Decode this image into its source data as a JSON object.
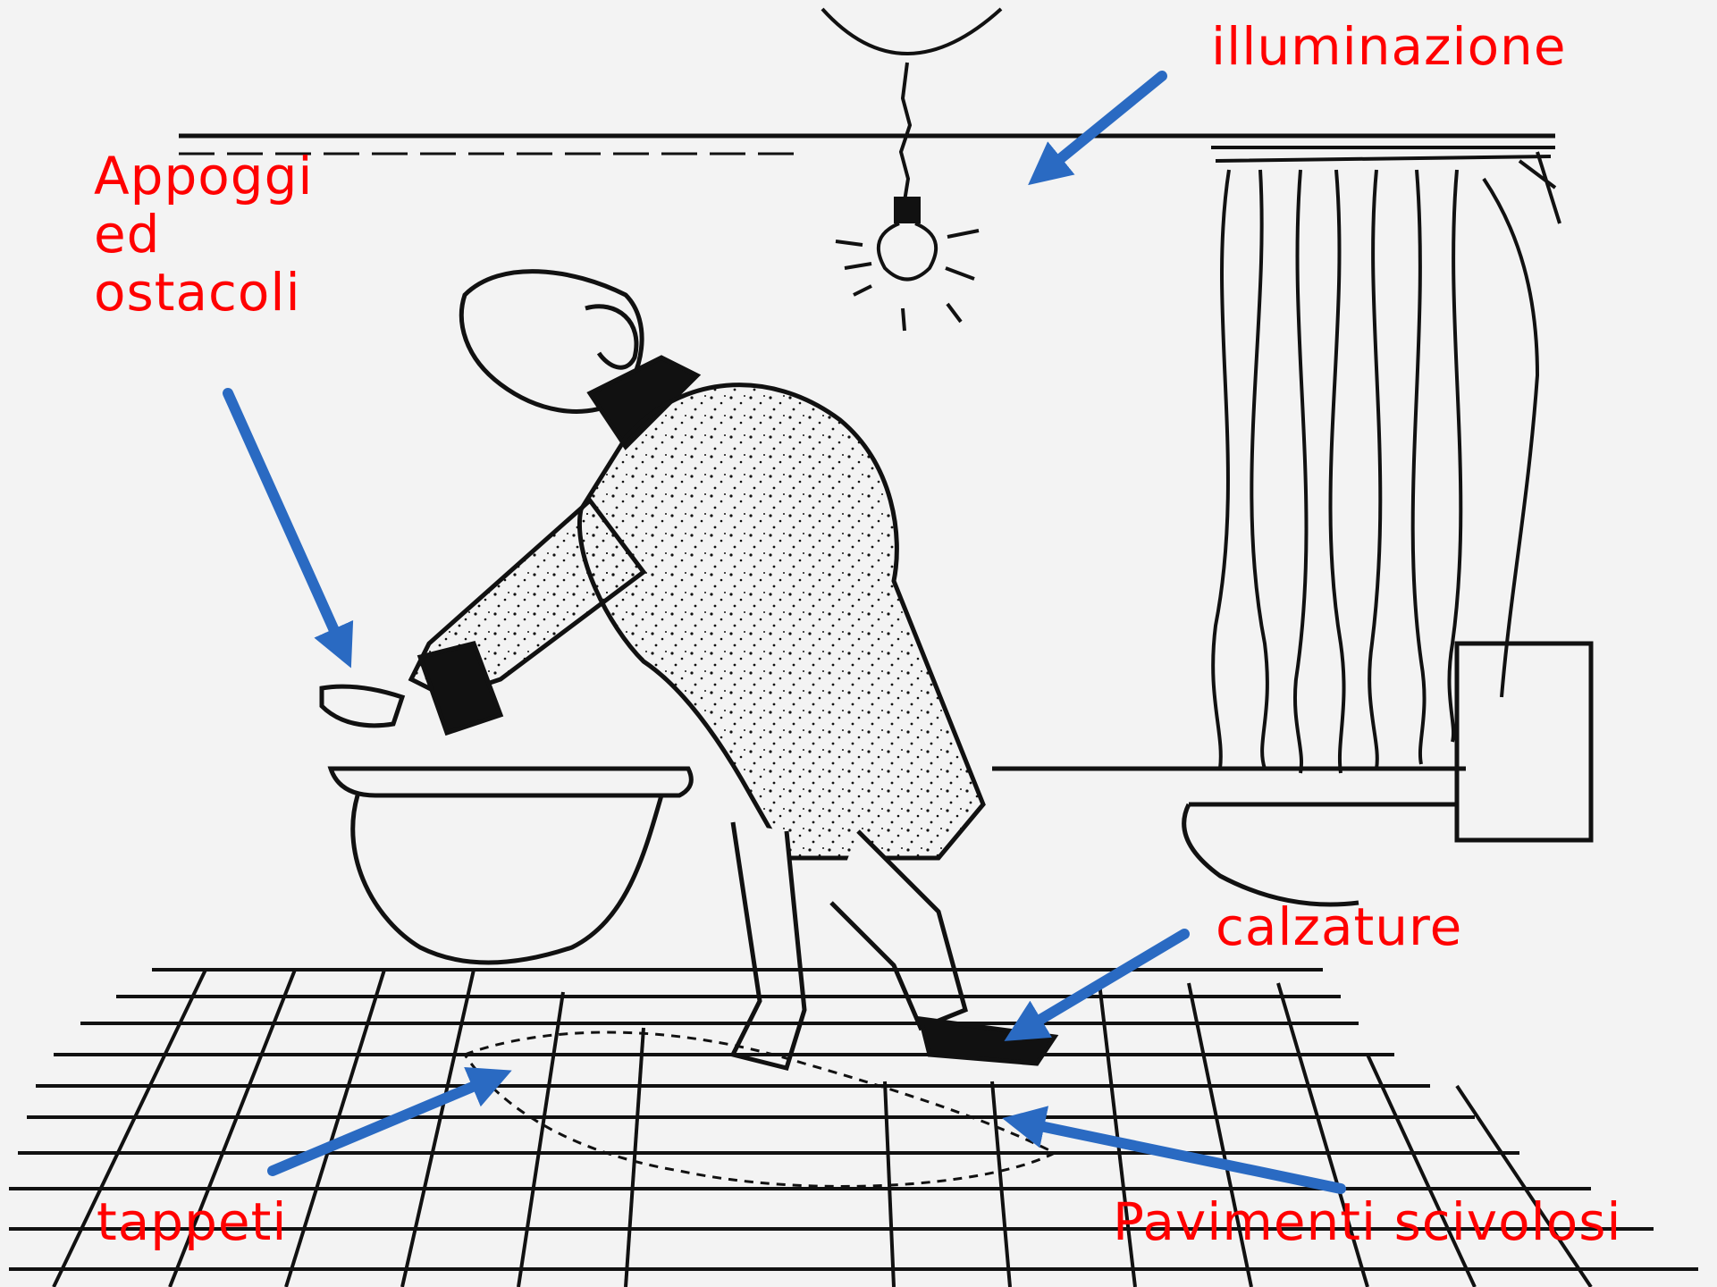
{
  "colors": {
    "label": "#ff0000",
    "arrow": "#2a6ac2",
    "line": "#111111",
    "background": "#f3f3f3"
  },
  "labels": {
    "illuminazione": "illuminazione",
    "appoggi_line1": "Appoggi",
    "appoggi_line2": "ed",
    "appoggi_line3": "ostacoli",
    "calzature": "calzature",
    "tappeti": "tappeti",
    "pavimenti": "Pavimenti scivolosi"
  }
}
